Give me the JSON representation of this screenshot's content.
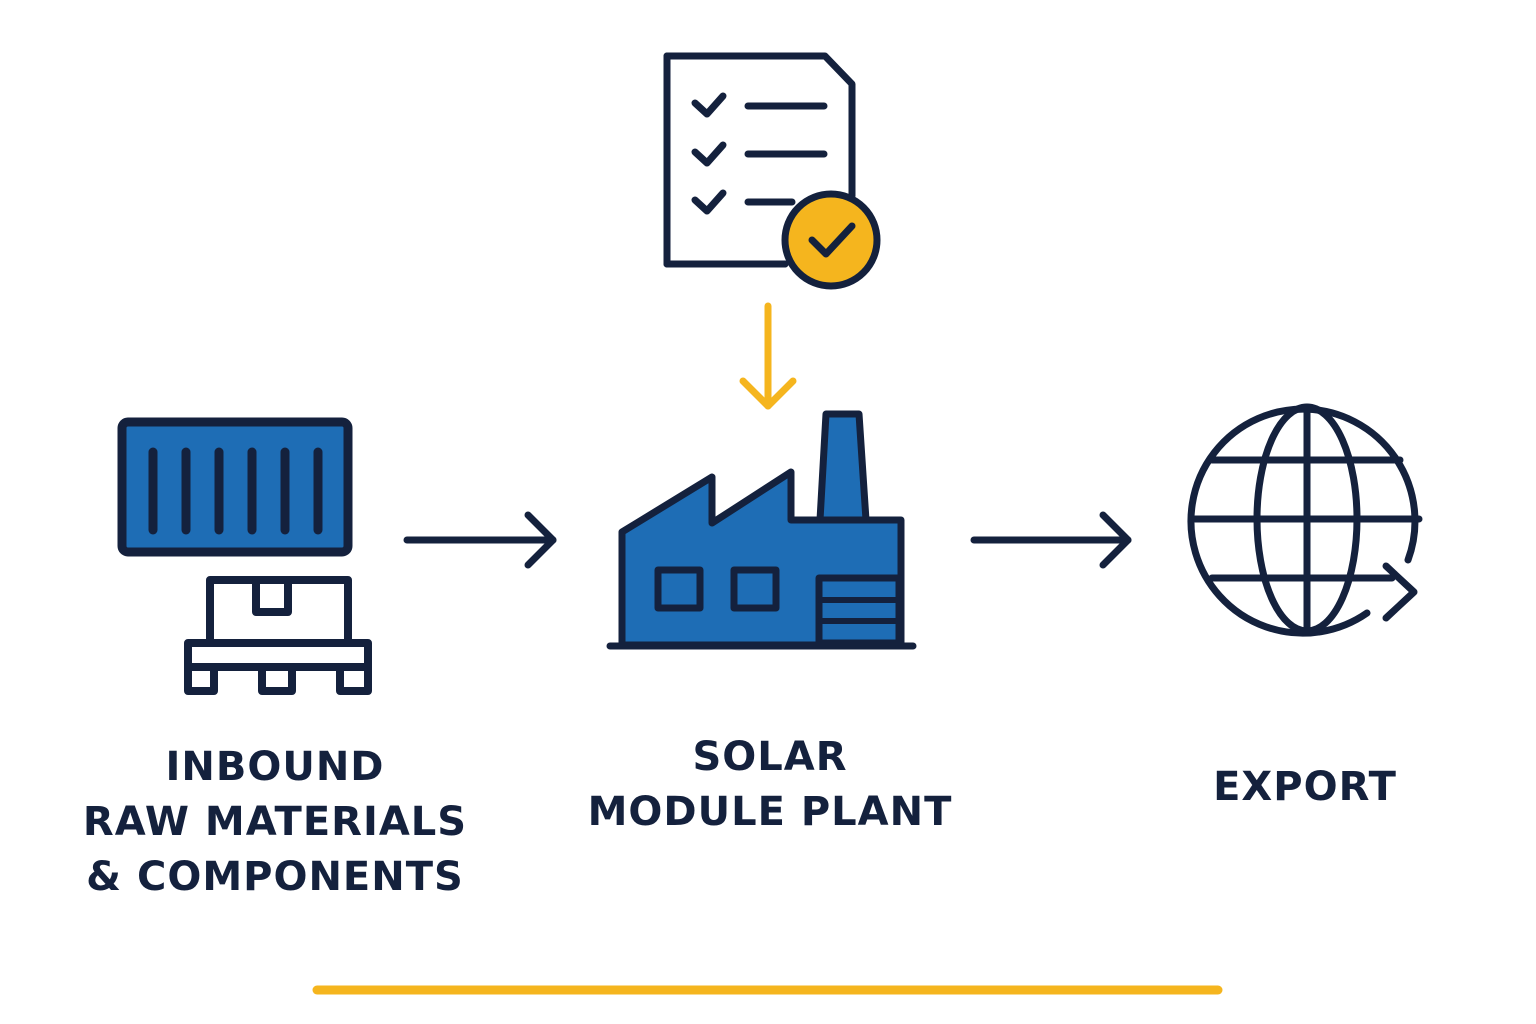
{
  "labels": {
    "inbound": [
      "INBOUND",
      "RAW MATERIALS",
      "& COMPONENTS"
    ],
    "plant": [
      "SOLAR",
      "MODULE PLANT"
    ],
    "export": [
      "EXPORT"
    ]
  },
  "icons": {
    "inbound": [
      "shipping-container-icon",
      "pallet-box-icon"
    ],
    "checklist": "certified-checklist-icon",
    "plant": "factory-icon",
    "export": "globe-export-icon"
  },
  "colors": {
    "ink": "#14213d",
    "blue": "#1e6db5",
    "accent": "#f5b51e",
    "background": "#ffffff"
  }
}
